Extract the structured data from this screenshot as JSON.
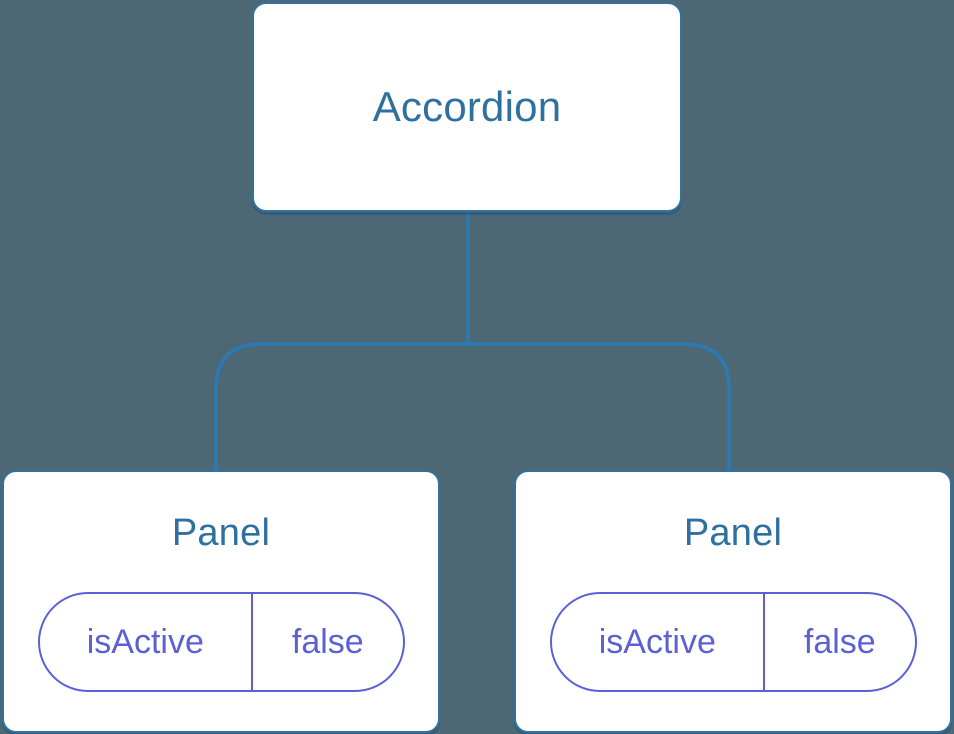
{
  "diagram": {
    "kind": "component-tree",
    "root": {
      "label": "Accordion"
    },
    "children": [
      {
        "label": "Panel",
        "state": {
          "key": "isActive",
          "value": "false"
        }
      },
      {
        "label": "Panel",
        "state": {
          "key": "isActive",
          "value": "false"
        }
      }
    ]
  },
  "colors": {
    "background": "#4D6875",
    "node_background": "#FFFFFF",
    "node_border": "#33719F",
    "node_text": "#2E719F",
    "connector_line": "#2B7AB3",
    "state_pill": "#5B61D4"
  }
}
